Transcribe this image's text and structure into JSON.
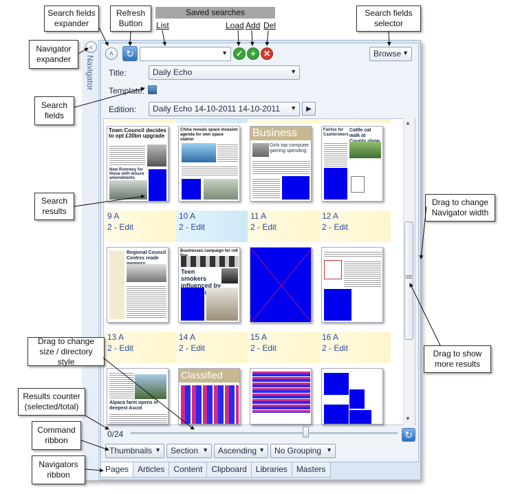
{
  "annotations": {
    "search_fields_expander": "Search fields expander",
    "refresh_button": "Refresh Button",
    "saved_searches": "Saved searches",
    "list": "List",
    "load": "Load",
    "add": "Add",
    "del": "Del",
    "search_fields_selector": "Search fields selector",
    "navigator_expander": "Navigator expander",
    "search_fields": "Search fields",
    "search_results": "Search results",
    "drag_navigator_width": "Drag to change Navigator width",
    "drag_size_style": "Drag to change size / directory style",
    "drag_more_results": "Drag to show more results",
    "results_counter": "Results counter (selected/total)",
    "command_ribbon": "Command ribbon",
    "navigators_ribbon": "Navigators ribbon"
  },
  "navigator": {
    "vertical_label": "Navigator",
    "browse_label": "Browse",
    "title_label": "Title:",
    "title_value": "Daily Echo",
    "template_label": "Template:",
    "edition_label": "Edition:",
    "edition_value": "Daily Echo 14-10-2011 14-10-2011"
  },
  "thumbnails": {
    "row1": [
      {
        "headline": "Town Council decides to opt £30bn upgrade",
        "sub": "New Rommey for those with leisure amendments"
      },
      {
        "headline": "China reveals space invasion agenda for own space station",
        "sub": ""
      },
      {
        "headline": "Business",
        "sub": "Girls top computer gaming spending"
      },
      {
        "headline": "Fairfax for Cashbrokers",
        "sub": "Cattle cat walk at County show"
      }
    ],
    "row2": [
      {
        "headline": "Regional Council Centres reade memory",
        "sub": ""
      },
      {
        "headline": "Businesses campaign for roll fine",
        "sub": "Teen smokers influenced by Hollywood films"
      },
      {
        "headline": "",
        "sub": ""
      },
      {
        "headline": "",
        "sub": ""
      }
    ],
    "row3": [
      {
        "headline": "Alpaca farm opens in deepest Ascot",
        "sub": ""
      },
      {
        "headline": "Classified",
        "sub": ""
      },
      {
        "headline": "",
        "sub": ""
      },
      {
        "headline": "",
        "sub": ""
      }
    ]
  },
  "page_labels": [
    {
      "page": "9 A",
      "status": "2 - Edit"
    },
    {
      "page": "10 A",
      "status": "2 - Edit"
    },
    {
      "page": "11 A",
      "status": "2 - Edit"
    },
    {
      "page": "12 A",
      "status": "2 - Edit"
    },
    {
      "page": "13 A",
      "status": "2 - Edit"
    },
    {
      "page": "14 A",
      "status": "2 - Edit"
    },
    {
      "page": "15 A",
      "status": "2 - Edit"
    },
    {
      "page": "16 A",
      "status": "2 - Edit"
    }
  ],
  "footer": {
    "counter": "0/24"
  },
  "command_ribbon": [
    "Thumbnails",
    "Section",
    "Ascending",
    "No Grouping"
  ],
  "tabs": [
    "Pages",
    "Articles",
    "Content",
    "Clipboard",
    "Libraries",
    "Masters"
  ],
  "colors": {
    "accent_blue": "#2f6fb8",
    "placeholder_blue": "#0000ee",
    "load_green": "#3aa53a",
    "add_green": "#3aa53a",
    "del_red": "#d33b2b"
  }
}
